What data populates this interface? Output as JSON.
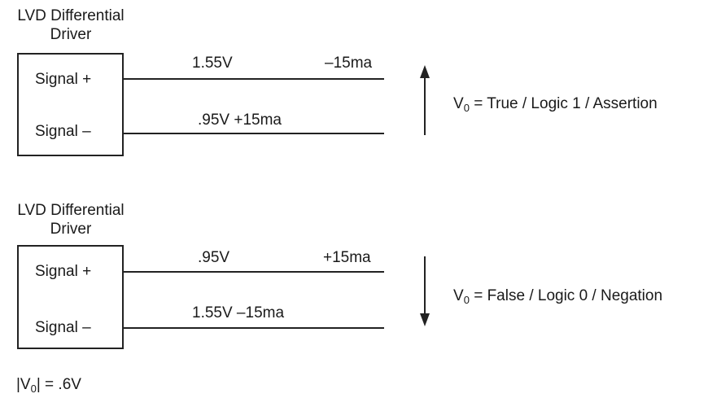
{
  "top": {
    "title_line1": "LVD Differential",
    "title_line2": "Driver",
    "signal_plus": "Signal +",
    "signal_minus": "Signal –",
    "plus_line_voltage": "1.55V",
    "plus_line_current": "–15ma",
    "minus_line_label": ".95V +15ma",
    "equation_prefix": "V",
    "equation_sub": "0",
    "equation_text": " = True / Logic 1 / Assertion",
    "arrow_direction": "up"
  },
  "bottom": {
    "title_line1": "LVD Differential",
    "title_line2": "Driver",
    "signal_plus": "Signal +",
    "signal_minus": "Signal –",
    "plus_line_voltage": ".95V",
    "plus_line_current": "+15ma",
    "minus_line_label": "1.55V –15ma",
    "equation_prefix": "V",
    "equation_sub": "0",
    "equation_text": " = False / Logic 0 / Negation",
    "arrow_direction": "down"
  },
  "footnote": {
    "open": "|V",
    "sub": "0",
    "close": "| = .6V"
  },
  "colors": {
    "ink": "#222222",
    "background": "#ffffff"
  }
}
